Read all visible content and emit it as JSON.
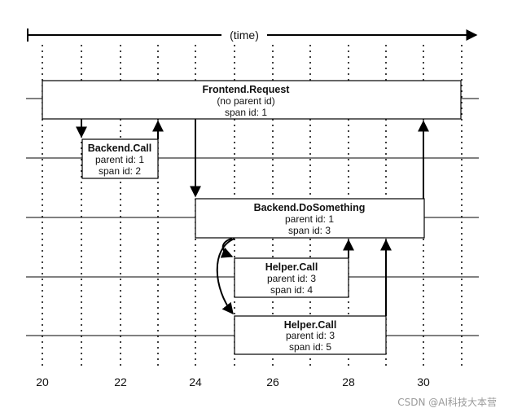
{
  "time_label": "(time)",
  "x_ticks": [
    "20",
    "22",
    "24",
    "26",
    "28",
    "30"
  ],
  "spans": {
    "frontend": {
      "title": "Frontend.Request",
      "line1": "(no parent id)",
      "line2": "span id: 1"
    },
    "backend_call": {
      "title": "Backend.Call",
      "line1": "parent id: 1",
      "line2": "span id: 2"
    },
    "backend_do": {
      "title": "Backend.DoSomething",
      "line1": "parent id: 1",
      "line2": "span id: 3"
    },
    "helper1": {
      "title": "Helper.Call",
      "line1": "parent id: 3",
      "line2": "span id: 4"
    },
    "helper2": {
      "title": "Helper.Call",
      "line1": "parent id: 3",
      "line2": "span id: 5"
    }
  },
  "watermark": "CSDN @AI科技大本营",
  "colors": {
    "line": "#000000",
    "text": "#111111",
    "watermark": "#9a9a9a"
  }
}
